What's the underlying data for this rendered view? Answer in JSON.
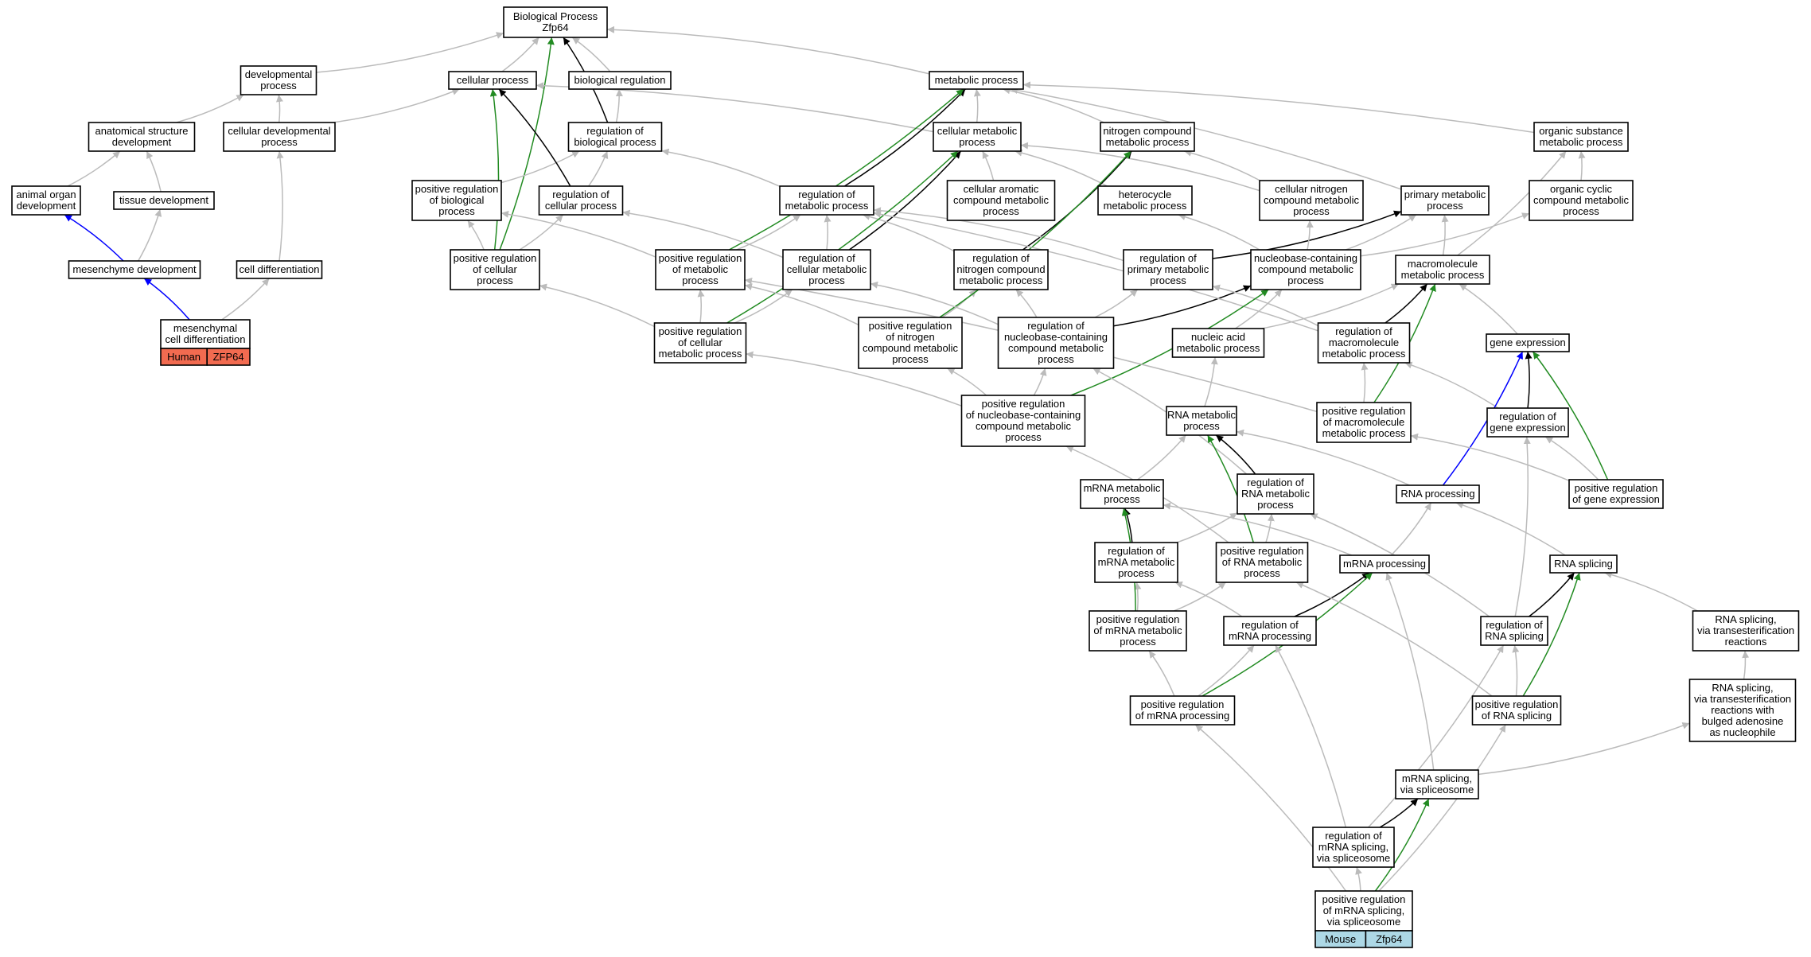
{
  "colors": {
    "is_a": "#bbbbbb",
    "part_of": "#000000",
    "positively_regulates": "#228b22",
    "regulates": "#000000",
    "blue_path": "#0000ff",
    "human_fill": "#f26b50",
    "mouse_fill": "#add8e6"
  },
  "nodes": [
    {
      "id": "bp",
      "lines": [
        "Biological Process",
        "Zfp64"
      ]
    },
    {
      "id": "dev",
      "lines": [
        "developmental",
        "process"
      ]
    },
    {
      "id": "cellp",
      "lines": [
        "cellular process"
      ]
    },
    {
      "id": "biorg",
      "lines": [
        "biological regulation"
      ]
    },
    {
      "id": "metab",
      "lines": [
        "metabolic process"
      ]
    },
    {
      "id": "anat",
      "lines": [
        "anatomical structure",
        "development"
      ]
    },
    {
      "id": "celldev",
      "lines": [
        "cellular developmental",
        "process"
      ]
    },
    {
      "id": "regbio",
      "lines": [
        "regulation of",
        "biological process"
      ]
    },
    {
      "id": "cellmet",
      "lines": [
        "cellular metabolic",
        "process"
      ]
    },
    {
      "id": "nitro",
      "lines": [
        "nitrogen compound",
        "metabolic process"
      ]
    },
    {
      "id": "orgsub",
      "lines": [
        "organic substance",
        "metabolic process"
      ]
    },
    {
      "id": "organ",
      "lines": [
        "animal organ",
        "development"
      ]
    },
    {
      "id": "tissue",
      "lines": [
        "tissue development"
      ]
    },
    {
      "id": "posbio",
      "lines": [
        "positive regulation",
        "of biological",
        "process"
      ]
    },
    {
      "id": "regcell",
      "lines": [
        "regulation of",
        "cellular process"
      ]
    },
    {
      "id": "regmet",
      "lines": [
        "regulation of",
        "metabolic process"
      ]
    },
    {
      "id": "arom",
      "lines": [
        "cellular aromatic",
        "compound metabolic",
        "process"
      ]
    },
    {
      "id": "hetero",
      "lines": [
        "heterocycle",
        "metabolic process"
      ]
    },
    {
      "id": "cellnit",
      "lines": [
        "cellular nitrogen",
        "compound metabolic",
        "process"
      ]
    },
    {
      "id": "primary",
      "lines": [
        "primary metabolic",
        "process"
      ]
    },
    {
      "id": "orgcyc",
      "lines": [
        "organic cyclic",
        "compound metabolic",
        "process"
      ]
    },
    {
      "id": "mesdev",
      "lines": [
        "mesenchyme development"
      ]
    },
    {
      "id": "celldiff",
      "lines": [
        "cell differentiation"
      ]
    },
    {
      "id": "posreccell",
      "lines": [
        "positive regulation",
        "of cellular",
        "process"
      ]
    },
    {
      "id": "posmet",
      "lines": [
        "positive regulation",
        "of metabolic",
        "process"
      ]
    },
    {
      "id": "regcellmet",
      "lines": [
        "regulation of",
        "cellular metabolic",
        "process"
      ]
    },
    {
      "id": "regnit",
      "lines": [
        "regulation of",
        "nitrogen compound",
        "metabolic process"
      ]
    },
    {
      "id": "regprim",
      "lines": [
        "regulation of",
        "primary metabolic",
        "process"
      ]
    },
    {
      "id": "nucbase",
      "lines": [
        "nucleobase-containing",
        "compound metabolic",
        "process"
      ]
    },
    {
      "id": "macro",
      "lines": [
        "macromolecule",
        "metabolic process"
      ]
    },
    {
      "id": "mesdiff",
      "lines": [
        "mesenchymal",
        "cell differentiation"
      ]
    },
    {
      "id": "poscellmet",
      "lines": [
        "positive regulation",
        "of cellular",
        "metabolic process"
      ]
    },
    {
      "id": "posnit",
      "lines": [
        "positive regulation",
        "of nitrogen",
        "compound metabolic",
        "process"
      ]
    },
    {
      "id": "regnuc",
      "lines": [
        "regulation of",
        "nucleobase-containing",
        "compound metabolic",
        "process"
      ]
    },
    {
      "id": "nucacid",
      "lines": [
        "nucleic acid",
        "metabolic process"
      ]
    },
    {
      "id": "regmacro",
      "lines": [
        "regulation of",
        "macromolecule",
        "metabolic process"
      ]
    },
    {
      "id": "geneexp",
      "lines": [
        "gene expression"
      ]
    },
    {
      "id": "posnuc",
      "lines": [
        "positive regulation",
        "of nucleobase-containing",
        "compound metabolic",
        "process"
      ]
    },
    {
      "id": "rnamet",
      "lines": [
        "RNA metabolic",
        "process"
      ]
    },
    {
      "id": "posmacro",
      "lines": [
        "positive regulation",
        "of macromolecule",
        "metabolic process"
      ]
    },
    {
      "id": "reggene",
      "lines": [
        "regulation of",
        "gene expression"
      ]
    },
    {
      "id": "mrnamet",
      "lines": [
        "mRNA metabolic",
        "process"
      ]
    },
    {
      "id": "regrna",
      "lines": [
        "regulation of",
        "RNA metabolic",
        "process"
      ]
    },
    {
      "id": "rnaproc",
      "lines": [
        "RNA processing"
      ]
    },
    {
      "id": "posgene",
      "lines": [
        "positive regulation",
        "of gene expression"
      ]
    },
    {
      "id": "regmrna",
      "lines": [
        "regulation of",
        "mRNA metabolic",
        "process"
      ]
    },
    {
      "id": "posrna",
      "lines": [
        "positive regulation",
        "of RNA metabolic",
        "process"
      ]
    },
    {
      "id": "mrnaproc",
      "lines": [
        "mRNA processing"
      ]
    },
    {
      "id": "rnasplice",
      "lines": [
        "RNA splicing"
      ]
    },
    {
      "id": "posmrnamet",
      "lines": [
        "positive regulation",
        "of mRNA metabolic",
        "process"
      ]
    },
    {
      "id": "regmrnaproc",
      "lines": [
        "regulation of",
        "mRNA processing"
      ]
    },
    {
      "id": "regsplice",
      "lines": [
        "regulation of",
        "RNA splicing"
      ]
    },
    {
      "id": "transest",
      "lines": [
        "RNA splicing,",
        "via transesterification",
        "reactions"
      ]
    },
    {
      "id": "posmrnaproc",
      "lines": [
        "positive regulation",
        "of mRNA processing"
      ]
    },
    {
      "id": "possplice",
      "lines": [
        "positive regulation",
        "of RNA splicing"
      ]
    },
    {
      "id": "bulged",
      "lines": [
        "RNA splicing,",
        "via transesterification",
        "reactions with",
        "bulged adenosine",
        "as nucleophile"
      ]
    },
    {
      "id": "spliceosome",
      "lines": [
        "mRNA splicing,",
        "via spliceosome"
      ]
    },
    {
      "id": "regspliceo",
      "lines": [
        "regulation of",
        "mRNA splicing,",
        "via spliceosome"
      ]
    },
    {
      "id": "posspliceo",
      "lines": [
        "positive regulation",
        "of mRNA splicing,",
        "via spliceosome"
      ]
    }
  ],
  "annotations": [
    {
      "node": "mesdiff",
      "species": "Human",
      "gene": "ZFP64",
      "fill": "#f26b50"
    },
    {
      "node": "posspliceo",
      "species": "Mouse",
      "gene": "Zfp64",
      "fill": "#add8e6"
    }
  ],
  "edges": [
    {
      "from": "dev",
      "to": "bp",
      "type": "gray"
    },
    {
      "from": "cellp",
      "to": "bp",
      "type": "gray"
    },
    {
      "from": "biorg",
      "to": "bp",
      "type": "gray"
    },
    {
      "from": "metab",
      "to": "bp",
      "type": "gray"
    },
    {
      "from": "regbio",
      "to": "bp",
      "type": "black"
    },
    {
      "from": "posreccell",
      "to": "bp",
      "type": "green"
    },
    {
      "from": "anat",
      "to": "dev",
      "type": "gray"
    },
    {
      "from": "celldev",
      "to": "dev",
      "type": "gray"
    },
    {
      "from": "celldev",
      "to": "cellp",
      "type": "gray"
    },
    {
      "from": "regbio",
      "to": "biorg",
      "type": "gray"
    },
    {
      "from": "cellmet",
      "to": "cellp",
      "type": "gray"
    },
    {
      "from": "cellmet",
      "to": "metab",
      "type": "gray"
    },
    {
      "from": "nitro",
      "to": "metab",
      "type": "gray"
    },
    {
      "from": "orgsub",
      "to": "metab",
      "type": "gray"
    },
    {
      "from": "organ",
      "to": "anat",
      "type": "gray"
    },
    {
      "from": "tissue",
      "to": "anat",
      "type": "gray"
    },
    {
      "from": "posbio",
      "to": "regbio",
      "type": "gray"
    },
    {
      "from": "regcell",
      "to": "regbio",
      "type": "gray"
    },
    {
      "from": "regcell",
      "to": "cellp",
      "type": "black"
    },
    {
      "from": "regmet",
      "to": "regbio",
      "type": "gray"
    },
    {
      "from": "regmet",
      "to": "metab",
      "type": "black"
    },
    {
      "from": "arom",
      "to": "cellmet",
      "type": "gray"
    },
    {
      "from": "hetero",
      "to": "cellmet",
      "type": "gray"
    },
    {
      "from": "cellnit",
      "to": "cellmet",
      "type": "gray"
    },
    {
      "from": "cellnit",
      "to": "nitro",
      "type": "gray"
    },
    {
      "from": "primary",
      "to": "metab",
      "type": "gray"
    },
    {
      "from": "orgcyc",
      "to": "orgsub",
      "type": "gray"
    },
    {
      "from": "mesdev",
      "to": "organ",
      "type": "blue"
    },
    {
      "from": "mesdev",
      "to": "tissue",
      "type": "gray"
    },
    {
      "from": "celldiff",
      "to": "celldev",
      "type": "gray"
    },
    {
      "from": "posreccell",
      "to": "posbio",
      "type": "gray"
    },
    {
      "from": "posreccell",
      "to": "regcell",
      "type": "gray"
    },
    {
      "from": "posreccell",
      "to": "cellp",
      "type": "green"
    },
    {
      "from": "posmet",
      "to": "posbio",
      "type": "gray"
    },
    {
      "from": "posmet",
      "to": "regmet",
      "type": "gray"
    },
    {
      "from": "posmet",
      "to": "metab",
      "type": "green"
    },
    {
      "from": "regcellmet",
      "to": "regcell",
      "type": "gray"
    },
    {
      "from": "regcellmet",
      "to": "regmet",
      "type": "gray"
    },
    {
      "from": "regcellmet",
      "to": "cellmet",
      "type": "black"
    },
    {
      "from": "regnit",
      "to": "regmet",
      "type": "gray"
    },
    {
      "from": "regnit",
      "to": "nitro",
      "type": "black"
    },
    {
      "from": "regprim",
      "to": "regmet",
      "type": "gray"
    },
    {
      "from": "regprim",
      "to": "primary",
      "type": "black"
    },
    {
      "from": "nucbase",
      "to": "hetero",
      "type": "gray"
    },
    {
      "from": "nucbase",
      "to": "cellnit",
      "type": "gray"
    },
    {
      "from": "nucbase",
      "to": "primary",
      "type": "gray"
    },
    {
      "from": "nucbase",
      "to": "orgcyc",
      "type": "gray"
    },
    {
      "from": "macro",
      "to": "primary",
      "type": "gray"
    },
    {
      "from": "macro",
      "to": "orgsub",
      "type": "gray"
    },
    {
      "from": "mesdiff",
      "to": "mesdev",
      "type": "blue"
    },
    {
      "from": "mesdiff",
      "to": "celldiff",
      "type": "gray"
    },
    {
      "from": "poscellmet",
      "to": "posreccell",
      "type": "gray"
    },
    {
      "from": "poscellmet",
      "to": "posmet",
      "type": "gray"
    },
    {
      "from": "poscellmet",
      "to": "regcellmet",
      "type": "gray"
    },
    {
      "from": "poscellmet",
      "to": "cellmet",
      "type": "green"
    },
    {
      "from": "posnit",
      "to": "posmet",
      "type": "gray"
    },
    {
      "from": "posnit",
      "to": "regnit",
      "type": "gray"
    },
    {
      "from": "posnit",
      "to": "nitro",
      "type": "green"
    },
    {
      "from": "regnuc",
      "to": "regcellmet",
      "type": "gray"
    },
    {
      "from": "regnuc",
      "to": "regprim",
      "type": "gray"
    },
    {
      "from": "regnuc",
      "to": "regnit",
      "type": "gray"
    },
    {
      "from": "regnuc",
      "to": "nucbase",
      "type": "black"
    },
    {
      "from": "nucacid",
      "to": "nucbase",
      "type": "gray"
    },
    {
      "from": "nucacid",
      "to": "macro",
      "type": "gray"
    },
    {
      "from": "regmacro",
      "to": "regprim",
      "type": "gray"
    },
    {
      "from": "regmacro",
      "to": "regmet",
      "type": "gray"
    },
    {
      "from": "regmacro",
      "to": "macro",
      "type": "black"
    },
    {
      "from": "geneexp",
      "to": "macro",
      "type": "gray"
    },
    {
      "from": "posnuc",
      "to": "poscellmet",
      "type": "gray"
    },
    {
      "from": "posnuc",
      "to": "posnit",
      "type": "gray"
    },
    {
      "from": "posnuc",
      "to": "regnuc",
      "type": "gray"
    },
    {
      "from": "posnuc",
      "to": "nucbase",
      "type": "green"
    },
    {
      "from": "rnamet",
      "to": "nucacid",
      "type": "gray"
    },
    {
      "from": "posmacro",
      "to": "regmacro",
      "type": "gray"
    },
    {
      "from": "posmacro",
      "to": "posmet",
      "type": "gray"
    },
    {
      "from": "posmacro",
      "to": "macro",
      "type": "green"
    },
    {
      "from": "reggene",
      "to": "regmacro",
      "type": "gray"
    },
    {
      "from": "reggene",
      "to": "geneexp",
      "type": "black"
    },
    {
      "from": "mrnamet",
      "to": "rnamet",
      "type": "gray"
    },
    {
      "from": "regrna",
      "to": "regnuc",
      "type": "gray"
    },
    {
      "from": "regrna",
      "to": "rnamet",
      "type": "black"
    },
    {
      "from": "rnaproc",
      "to": "rnamet",
      "type": "gray"
    },
    {
      "from": "rnaproc",
      "to": "geneexp",
      "type": "blue"
    },
    {
      "from": "posgene",
      "to": "reggene",
      "type": "gray"
    },
    {
      "from": "posgene",
      "to": "posmacro",
      "type": "gray"
    },
    {
      "from": "posgene",
      "to": "geneexp",
      "type": "green"
    },
    {
      "from": "regmrna",
      "to": "regrna",
      "type": "gray"
    },
    {
      "from": "regmrna",
      "to": "mrnamet",
      "type": "black"
    },
    {
      "from": "posrna",
      "to": "regrna",
      "type": "gray"
    },
    {
      "from": "posrna",
      "to": "posnuc",
      "type": "gray"
    },
    {
      "from": "posrna",
      "to": "rnamet",
      "type": "green"
    },
    {
      "from": "mrnaproc",
      "to": "rnaproc",
      "type": "gray"
    },
    {
      "from": "mrnaproc",
      "to": "mrnamet",
      "type": "gray"
    },
    {
      "from": "rnasplice",
      "to": "rnaproc",
      "type": "gray"
    },
    {
      "from": "posmrnamet",
      "to": "regmrna",
      "type": "gray"
    },
    {
      "from": "posmrnamet",
      "to": "posrna",
      "type": "gray"
    },
    {
      "from": "posmrnamet",
      "to": "mrnamet",
      "type": "green"
    },
    {
      "from": "regmrnaproc",
      "to": "regmrna",
      "type": "gray"
    },
    {
      "from": "regmrnaproc",
      "to": "mrnaproc",
      "type": "black"
    },
    {
      "from": "regsplice",
      "to": "rnasplice",
      "type": "black"
    },
    {
      "from": "regsplice",
      "to": "reggene",
      "type": "gray"
    },
    {
      "from": "regsplice",
      "to": "regrna",
      "type": "gray"
    },
    {
      "from": "transest",
      "to": "rnasplice",
      "type": "gray"
    },
    {
      "from": "posmrnaproc",
      "to": "regmrnaproc",
      "type": "gray"
    },
    {
      "from": "posmrnaproc",
      "to": "posmrnamet",
      "type": "gray"
    },
    {
      "from": "posmrnaproc",
      "to": "mrnaproc",
      "type": "green"
    },
    {
      "from": "possplice",
      "to": "regsplice",
      "type": "gray"
    },
    {
      "from": "possplice",
      "to": "posrna",
      "type": "gray"
    },
    {
      "from": "possplice",
      "to": "rnasplice",
      "type": "green"
    },
    {
      "from": "bulged",
      "to": "transest",
      "type": "gray"
    },
    {
      "from": "spliceosome",
      "to": "mrnaproc",
      "type": "gray"
    },
    {
      "from": "spliceosome",
      "to": "bulged",
      "type": "gray"
    },
    {
      "from": "regspliceo",
      "to": "spliceosome",
      "type": "black"
    },
    {
      "from": "regspliceo",
      "to": "regmrnaproc",
      "type": "gray"
    },
    {
      "from": "regspliceo",
      "to": "regsplice",
      "type": "gray"
    },
    {
      "from": "posspliceo",
      "to": "regspliceo",
      "type": "gray"
    },
    {
      "from": "posspliceo",
      "to": "spliceosome",
      "type": "green"
    },
    {
      "from": "posspliceo",
      "to": "posmrnaproc",
      "type": "gray"
    },
    {
      "from": "posspliceo",
      "to": "possplice",
      "type": "gray"
    }
  ]
}
